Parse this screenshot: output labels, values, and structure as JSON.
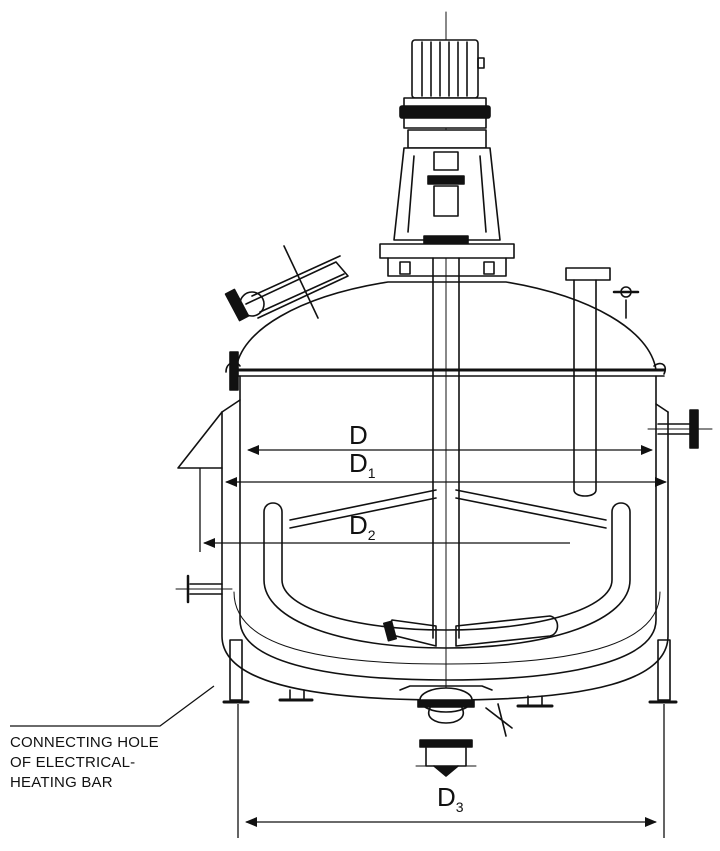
{
  "dimensions": {
    "d": {
      "letter": "D",
      "sub": ""
    },
    "d1": {
      "letter": "D",
      "sub": "1"
    },
    "d2": {
      "letter": "D",
      "sub": "2"
    },
    "d3": {
      "letter": "D",
      "sub": "3"
    }
  },
  "callout": {
    "lines": [
      "CONNECTING HOLE",
      "OF ELECTRICAL-",
      "HEATING BAR"
    ]
  },
  "colors": {
    "ink": "#111111",
    "background": "#ffffff"
  }
}
